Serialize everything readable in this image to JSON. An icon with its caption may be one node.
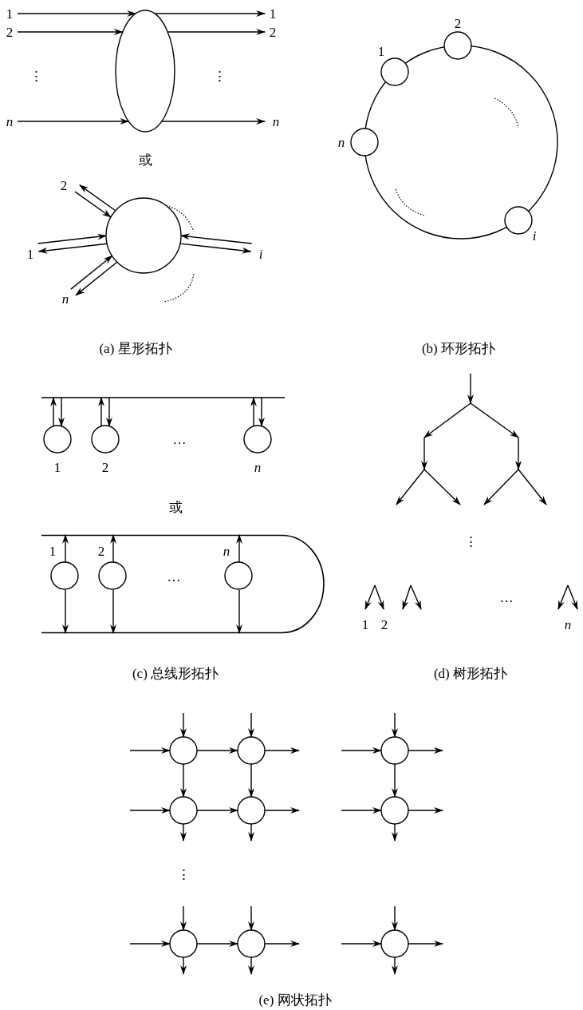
{
  "diagram": {
    "nodes": [
      {
        "text": [],
        "shape": "ellipse"
      },
      {
        "text": [
          "1"
        ]
      },
      {
        "text": [
          "2"
        ]
      },
      {
        "text": [
          "n"
        ]
      },
      {
        "text": [
          "1"
        ]
      },
      {
        "text": [
          "2"
        ]
      },
      {
        "text": [
          "n"
        ]
      },
      {
        "text": [],
        "shape": "circle"
      },
      {
        "text": [
          "2"
        ]
      },
      {
        "text": [
          "1"
        ]
      },
      {
        "text": [
          "i"
        ]
      },
      {
        "text": [
          "n"
        ]
      },
      {
        "text": [],
        "shape": "circle"
      },
      {
        "text": [],
        "shape": "circle",
        "beside": [
          "1"
        ]
      },
      {
        "text": [],
        "shape": "circle",
        "beside": [
          "2"
        ]
      },
      {
        "text": [],
        "shape": "circle",
        "beside": [
          "n"
        ]
      },
      {
        "text": [],
        "shape": "circle",
        "beside": [
          "i"
        ]
      },
      {
        "text": [],
        "shape": "bar"
      },
      {
        "text": [],
        "shape": "circle",
        "beside": [
          "1"
        ]
      },
      {
        "text": [],
        "shape": "circle",
        "beside": [
          "2"
        ]
      },
      {
        "text": [],
        "shape": "circle",
        "beside": [
          "n"
        ]
      },
      {
        "text": [],
        "shape": "box"
      },
      {
        "text": [],
        "shape": "circle",
        "beside": [
          "1"
        ],
        "in": 21
      },
      {
        "text": [],
        "shape": "circle",
        "beside": [
          "2"
        ],
        "in": 21
      },
      {
        "text": [],
        "shape": "circle",
        "beside": [
          "n"
        ],
        "in": 21
      },
      {
        "text": [],
        "shape": "circle"
      },
      {
        "text": [],
        "shape": "circle"
      },
      {
        "text": [],
        "shape": "circle"
      },
      {
        "text": [],
        "shape": "circle"
      },
      {
        "text": [],
        "shape": "circle"
      },
      {
        "text": [],
        "shape": "circle"
      },
      {
        "text": [],
        "shape": "circle"
      },
      {
        "text": [],
        "shape": "circle"
      },
      {
        "text": [],
        "shape": "circle"
      }
    ],
    "edges": [
      {
        "from": 1,
        "to": 0,
        "arrow": "to"
      },
      {
        "from": 2,
        "to": 0,
        "arrow": "to"
      },
      {
        "from": 3,
        "to": 0,
        "arrow": "to"
      },
      {
        "from": 0,
        "to": 4,
        "arrow": "to"
      },
      {
        "from": 0,
        "to": 5,
        "arrow": "to"
      },
      {
        "from": 0,
        "to": 6,
        "arrow": "to"
      },
      {
        "from": 8,
        "to": 7,
        "arrow": "to"
      },
      {
        "from": 7,
        "to": 8,
        "arrow": "to"
      },
      {
        "from": 9,
        "to": 7,
        "arrow": "to"
      },
      {
        "from": 7,
        "to": 9,
        "arrow": "to"
      },
      {
        "from": 7,
        "to": 10,
        "arrow": "to"
      },
      {
        "from": 10,
        "to": 7,
        "arrow": "to"
      },
      {
        "from": 11,
        "to": 7,
        "arrow": "to"
      },
      {
        "from": 7,
        "to": 11,
        "arrow": "to"
      },
      {
        "from": 18,
        "to": 17,
        "arrow": "to"
      },
      {
        "from": 17,
        "to": 18,
        "arrow": "to"
      },
      {
        "from": 19,
        "to": 17,
        "arrow": "to"
      },
      {
        "from": 17,
        "to": 19,
        "arrow": "to"
      },
      {
        "from": 20,
        "to": 17,
        "arrow": "to"
      },
      {
        "from": 17,
        "to": 20,
        "arrow": "to"
      },
      {
        "from": 22,
        "to": 21,
        "arrow": "to"
      },
      {
        "from": 22,
        "to": 21,
        "arrow": "to"
      },
      {
        "from": 23,
        "to": 21,
        "arrow": "to"
      },
      {
        "from": 23,
        "to": 21,
        "arrow": "to"
      },
      {
        "from": 24,
        "to": 21,
        "arrow": "to"
      },
      {
        "from": 24,
        "to": 21,
        "arrow": "to"
      },
      {
        "from": null,
        "to": 25,
        "arrow": "to"
      },
      {
        "from": null,
        "to": 25,
        "arrow": "to"
      },
      {
        "from": 25,
        "to": 26,
        "arrow": "to"
      },
      {
        "from": 25,
        "to": 28,
        "arrow": "to"
      },
      {
        "from": null,
        "to": 26,
        "arrow": "to"
      },
      {
        "from": 26,
        "to": null,
        "arrow": "to"
      },
      {
        "from": 26,
        "to": 29,
        "arrow": "to"
      },
      {
        "from": null,
        "to": 27,
        "arrow": "to"
      },
      {
        "from": null,
        "to": 27,
        "arrow": "to"
      },
      {
        "from": 27,
        "to": null,
        "arrow": "to"
      },
      {
        "from": 27,
        "to": 30,
        "arrow": "to"
      },
      {
        "from": null,
        "to": 28,
        "arrow": "to"
      },
      {
        "from": 28,
        "to": 29,
        "arrow": "to"
      },
      {
        "from": 28,
        "to": null,
        "arrow": "to"
      },
      {
        "from": 29,
        "to": null,
        "arrow": "to"
      },
      {
        "from": 29,
        "to": null,
        "arrow": "to"
      },
      {
        "from": null,
        "to": 30,
        "arrow": "to"
      },
      {
        "from": 30,
        "to": null,
        "arrow": "to"
      },
      {
        "from": 30,
        "to": null,
        "arrow": "to"
      },
      {
        "from": null,
        "to": 31,
        "arrow": "to"
      },
      {
        "from": null,
        "to": 31,
        "arrow": "to"
      },
      {
        "from": 31,
        "to": 32,
        "arrow": "to"
      },
      {
        "from": 31,
        "to": null,
        "arrow": "to"
      },
      {
        "from": null,
        "to": 32,
        "arrow": "to"
      },
      {
        "from": 32,
        "to": null,
        "arrow": "to"
      },
      {
        "from": 32,
        "to": null,
        "arrow": "to"
      },
      {
        "from": null,
        "to": 33,
        "arrow": "to"
      },
      {
        "from": null,
        "to": 33,
        "arrow": "to"
      },
      {
        "from": 33,
        "to": null,
        "arrow": "to"
      },
      {
        "from": 33,
        "to": null,
        "arrow": "to"
      }
    ],
    "labels": [
      "⋮",
      "⋮",
      "或",
      "(a) 星形拓扑",
      "(b) 环形拓扑",
      "…",
      "或",
      "⋮",
      "…",
      "1",
      "2",
      "…",
      "n",
      "(c) 总线形拓扑",
      "(d) 树形拓扑",
      "⋮",
      "(e) 网状拓扑"
    ]
  }
}
